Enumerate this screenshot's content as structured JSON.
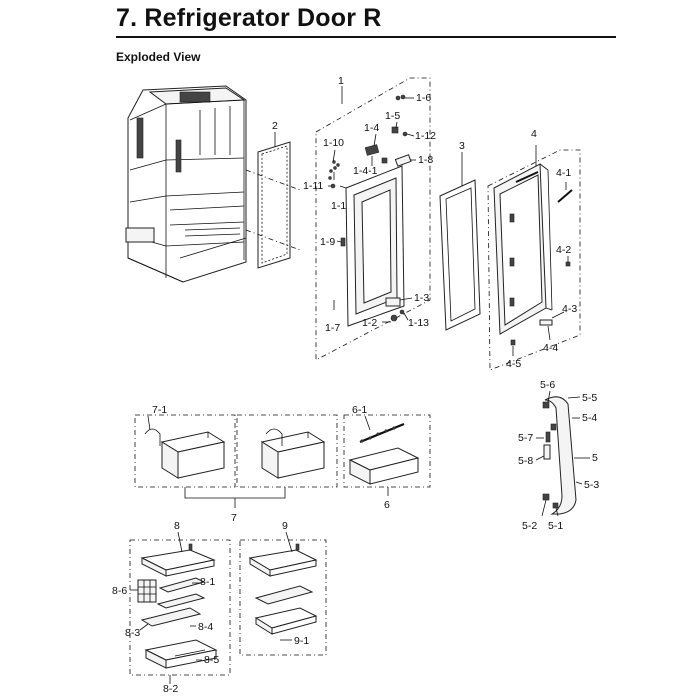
{
  "header": {
    "title": "7.  Refrigerator Door R",
    "subtitle": "Exploded View"
  },
  "labels": {
    "p1": "1",
    "p1_6": "1-6",
    "p1_5": "1-5",
    "p1_4": "1-4",
    "p1_12": "1-12",
    "p1_10": "1-10",
    "p1_8": "1-8",
    "p1_4_1": "1-4-1",
    "p1_11": "1-11",
    "p1_1": "1-1",
    "p1_9": "1-9",
    "p1_3": "1-3",
    "p1_2": "1-2",
    "p1_13": "1-13",
    "p1_7": "1-7",
    "p2": "2",
    "p3": "3",
    "p4": "4",
    "p4_1": "4-1",
    "p4_2": "4-2",
    "p4_3": "4-3",
    "p4_4": "4-4",
    "p4_5": "4-5",
    "p5": "5",
    "p5_1": "5-1",
    "p5_2": "5-2",
    "p5_3": "5-3",
    "p5_4": "5-4",
    "p5_5": "5-5",
    "p5_6": "5-6",
    "p5_7": "5-7",
    "p5_8": "5-8",
    "p6": "6",
    "p6_1": "6-1",
    "p7": "7",
    "p7_1": "7-1",
    "p8": "8",
    "p8_1": "8-1",
    "p8_2": "8-2",
    "p8_3": "8-3",
    "p8_4": "8-4",
    "p8_5": "8-5",
    "p8_6": "8-6",
    "p9": "9",
    "p9_1": "9-1"
  }
}
